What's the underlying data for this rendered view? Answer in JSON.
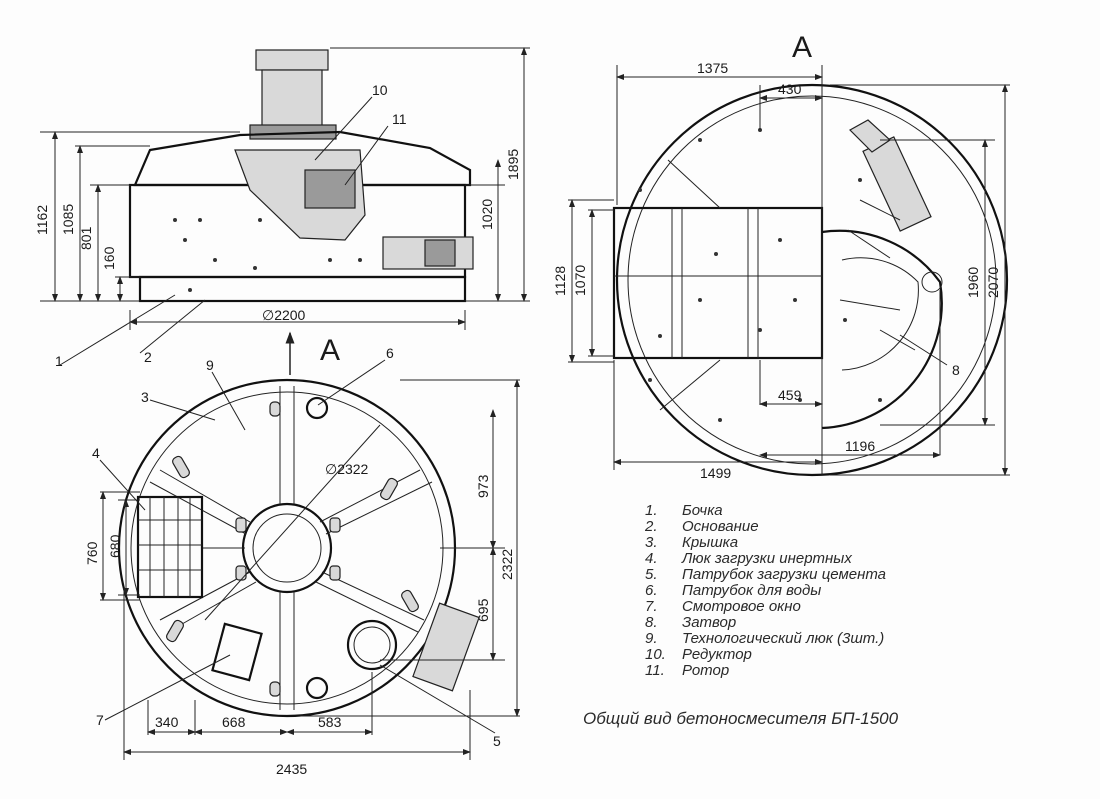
{
  "views": {
    "side": {
      "d_base": "∅2200",
      "h1": "1162",
      "h2": "1085",
      "h3": "801",
      "h4": "160",
      "h5": "1020",
      "h6": "1895",
      "c10": "10",
      "c11": "11",
      "c1": "1",
      "c2": "2"
    },
    "top": {
      "arrow_label": "A",
      "d_inner": "∅2322",
      "w1": "760",
      "w2": "680",
      "r1": "973",
      "r2": "2322",
      "r3": "695",
      "b1": "340",
      "b2": "668",
      "b3": "583",
      "b4": "2435",
      "c3": "3",
      "c4": "4",
      "c5": "5",
      "c6": "6",
      "c7": "7",
      "c9": "9"
    },
    "viewA": {
      "title": "A",
      "t1": "1375",
      "t2": "430",
      "l1": "1128",
      "l2": "1070",
      "r1": "1960",
      "r2": "2070",
      "b1": "459",
      "b2": "1196",
      "b3": "1499",
      "c8": "8"
    }
  },
  "legend": [
    {
      "num": "1.",
      "text": "Бочка"
    },
    {
      "num": "2.",
      "text": "Основание"
    },
    {
      "num": "3.",
      "text": "Крышка"
    },
    {
      "num": "4.",
      "text": "Люк загрузки инертных"
    },
    {
      "num": "5.",
      "text": "Патрубок загрузки цемента"
    },
    {
      "num": "6.",
      "text": "Патрубок для воды"
    },
    {
      "num": "7.",
      "text": "Смотровое окно"
    },
    {
      "num": "8.",
      "text": "Затвор"
    },
    {
      "num": "9.",
      "text": "Технологический люк (3шт.)"
    },
    {
      "num": "10.",
      "text": "Редуктор"
    },
    {
      "num": "11.",
      "text": "Ротор"
    }
  ],
  "caption": "Общий вид бетоносмесителя БП-1500"
}
